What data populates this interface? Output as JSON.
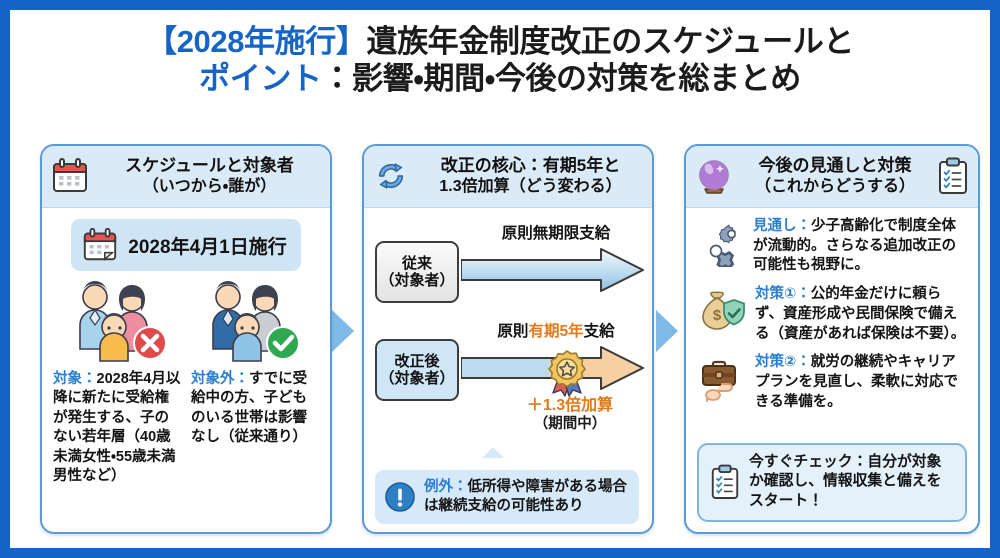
{
  "theme": {
    "frame_color": "#1565c8",
    "accent_blue": "#2a7fd0",
    "accent_orange": "#e07b1d",
    "panel_header_bg": "#dbeaf7",
    "panel_border": "#5b9bd5"
  },
  "title": {
    "line1_blue": "【2028年施行】",
    "line1_black": "遺族年金制度改正のスケジュールと",
    "line2_blue": "ポイント",
    "line2_black": "：影響・期間・今後の対策を総まとめ"
  },
  "panels": [
    {
      "id": "schedule",
      "icon": "calendar-icon",
      "header_title": "スケジュールと対象者",
      "header_sub": "（いつから・誰が）",
      "date_badge": {
        "icon": "calendar-icon",
        "label": "2028年4月1日施行"
      },
      "people": [
        {
          "icon": "family-excluded-icon",
          "badge": "cross-badge"
        },
        {
          "icon": "family-included-icon",
          "badge": "check-badge"
        }
      ],
      "columns": [
        {
          "label": "対象：",
          "text": "2028年4月以降に新たに受給権が発生する、子のない若年層（40歳未満女性・55歳未満男性など）"
        },
        {
          "label": "対象外：",
          "text": "すでに受給中の方、子どものいる世帯は影響なし（従来通り）"
        }
      ]
    },
    {
      "id": "core",
      "icon": "refresh-cycle-icon",
      "header_title": "改正の核心：有期5年と",
      "header_sub": "1.3倍加算（どう変わる）",
      "flows": [
        {
          "box_line1": "従来",
          "box_line2": "（対象者）",
          "caption_plain_before": "原則無期限支給",
          "caption_highlight": "",
          "caption_plain_after": "",
          "arrow_style": "blue"
        },
        {
          "box_line1": "改正後",
          "box_line2": "（対象者）",
          "caption_plain_before": "原則",
          "caption_highlight": "有期5年",
          "caption_plain_after": "支給",
          "arrow_style": "blue-to-orange",
          "medal_icon": "medal-icon",
          "bonus_line1": "＋1.3倍加算",
          "bonus_line2": "（期間中）"
        }
      ],
      "note": {
        "icon": "exclamation-circle-icon",
        "label": "例外：",
        "text": "低所得や障害がある場合は継続支給の可能性あり"
      }
    },
    {
      "id": "future",
      "icon": "crystal-ball-icon",
      "icon_right": "clipboard-check-icon",
      "header_title": "今後の見通しと対策",
      "header_sub": "（これからどうする）",
      "items": [
        {
          "icon": "gears-icon",
          "label": "見通し：",
          "text": "少子高齢化で制度全体が流動的。さらなる追加改正の可能性も視野に。"
        },
        {
          "icon": "money-shield-icon",
          "label": "対策①：",
          "text": "公的年金だけに頼らず、資産形成や民間保険で備える（資産があれば保険は不要）。"
        },
        {
          "icon": "briefcase-arm-icon",
          "label": "対策②：",
          "text": "就労の継続やキャリアプランを見直し、柔軟に対応できる準備を。"
        }
      ],
      "cta": {
        "icon": "clipboard-check-icon",
        "label": "今すぐチェック：",
        "text": "自分が対象か確認し、情報収集と備えをスタート！"
      }
    }
  ],
  "connectors": [
    {
      "name": "connector-arrow-1",
      "shape": "triangle-right"
    },
    {
      "name": "connector-arrow-2",
      "shape": "triangle-right"
    }
  ]
}
